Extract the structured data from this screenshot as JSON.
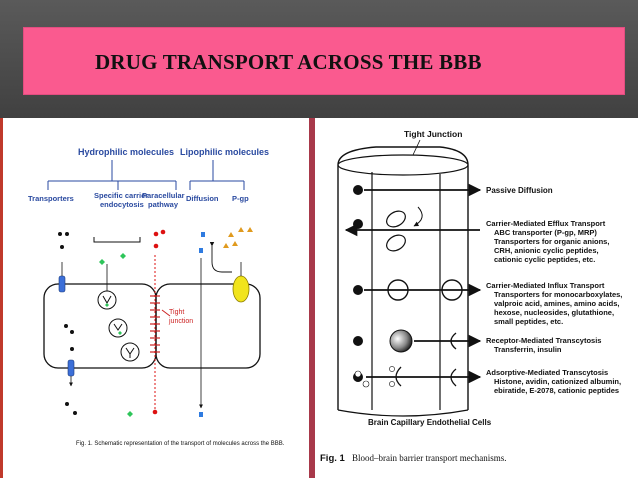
{
  "slide": {
    "title": "DRUG TRANSPORT ACROSS THE BBB"
  },
  "left_figure": {
    "group_hydrophilic": "Hydrophilic molecules",
    "group_lipophilic": "Lipophilic molecules",
    "cat_transporters": "Transporters",
    "cat_specific_carrier_1": "Specific carrier",
    "cat_specific_carrier_2": "endocytosis",
    "cat_paracellular_1": "Paracellular",
    "cat_paracellular_2": "pathway",
    "cat_diffusion": "Diffusion",
    "cat_pgp": "P-gp",
    "tight_junction_1": "Tight",
    "tight_junction_2": "junction",
    "caption": "Fig. 1. Schematic representation of the transport of molecules across the BBB."
  },
  "right_figure": {
    "tight_junction": "Tight Junction",
    "passive": "Passive Diffusion",
    "efflux_title": "Carrier-Mediated Efflux Transport",
    "efflux_l1": "ABC transporter (P-gp, MRP)",
    "efflux_l2": "Transporters for organic anions,",
    "efflux_l3": "CRH, anionic cyclic peptides,",
    "efflux_l4": "cationic cyclic peptides, etc.",
    "influx_title": "Carrier-Mediated Influx Transport",
    "influx_l1": "Transporters for monocarboxylates,",
    "influx_l2": "valproic acid, amines, amino acids,",
    "influx_l3": "hexose, nucleosides, glutathione,",
    "influx_l4": "small peptides, etc.",
    "receptor_title": "Receptor-Mediated Transcytosis",
    "receptor_l1": "Transferrin, insulin",
    "adsorptive_title": "Adsorptive-Mediated Transcytosis",
    "adsorptive_l1": "Histone, avidin, cationized albumin,",
    "adsorptive_l2": "ebiratide, E-2078, cationic peptides",
    "cells_label": "Brain Capillary Endothelial Cells",
    "caption_bold": "Fig. 1",
    "caption_text": "Blood–brain barrier transport mechanisms."
  }
}
